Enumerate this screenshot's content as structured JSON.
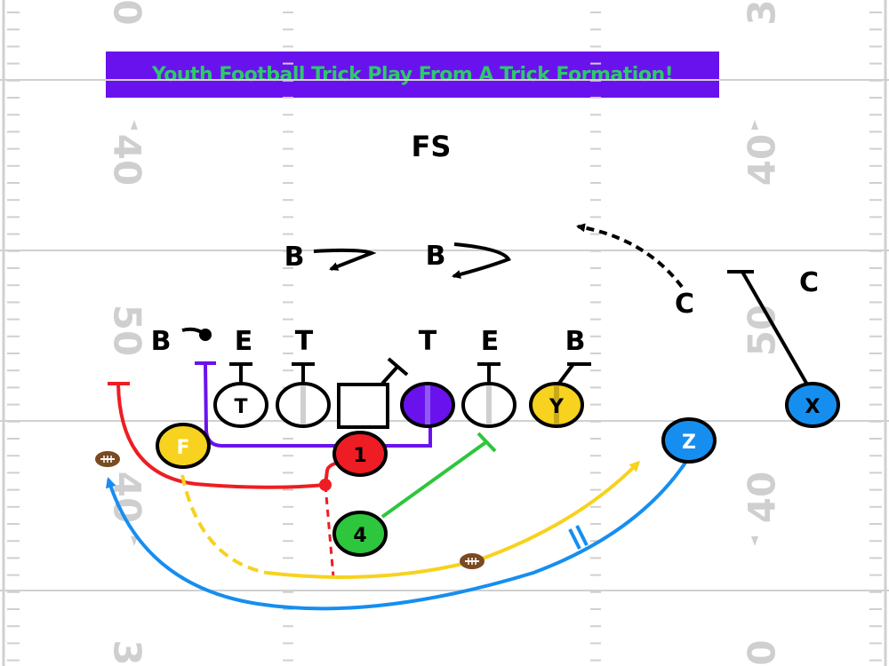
{
  "title": "Youth Football Trick Play From A Trick Formation!",
  "colors": {
    "banner_bg": "#6a12ee",
    "banner_text": "#2fc86b",
    "red": "#ee1d23",
    "purple": "#6a12ee",
    "yellow": "#f7d21e",
    "green": "#2dc63c",
    "blue": "#168ef0",
    "yard_number": "#cfcfcf",
    "field_line": "#d0d0d0"
  },
  "yard_numbers": {
    "left": [
      "0",
      "40",
      "50",
      "40",
      "3"
    ],
    "right": [
      "3",
      "40",
      "50",
      "40",
      "0"
    ]
  },
  "defense": {
    "free_safety": "FS",
    "linebacker_left": "B",
    "linebacker_right": "B",
    "corner_left": "C",
    "corner_right": "C",
    "line": [
      "B",
      "E",
      "T",
      "T",
      "E",
      "B"
    ]
  },
  "offense": {
    "left_tackle": "T",
    "fullback": "F",
    "quarterback": "1",
    "running_back": "4",
    "tight_end": "Y",
    "split_end": "X",
    "flanker": "Z"
  },
  "icons": [
    "football-icon"
  ]
}
